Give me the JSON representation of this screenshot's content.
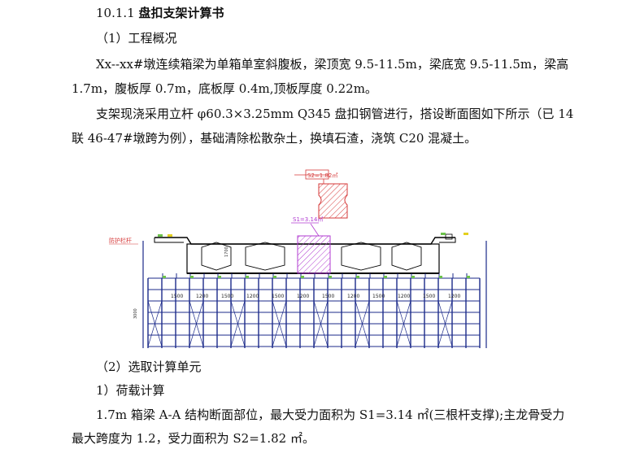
{
  "doc": {
    "section_number": "10.1.1",
    "section_title": "盘扣支架计算书",
    "sub1": "（1）工程概况",
    "p1_line1": "Xx--xx#墩连续箱梁为单箱单室斜腹板，梁顶宽 9.5-11.5m，梁底宽 9.5-11.5m，梁高",
    "p1_line2": "1.7m，腹板厚 0.7m，底板厚 0.4m,顶板厚度 0.22m。",
    "p2_line1": "支架现浇采用立杆 φ60.3×3.25mm Q345 盘扣钢管进行，搭设断面图如下所示（已 14",
    "p2_line2": "联 46-47#墩跨为例），基础清除松散杂土，换填石渣，浇筑 C20 混凝土。",
    "sub2": "（2）选取计算单元",
    "sub3": "1）荷载计算",
    "p3_line1": "1.7m 箱梁 A-A 结构断面部位，最大受力面积为 S1=3.14 ㎡(三根杆支撑);主龙骨受力",
    "p3_line2": "最大跨度为 1.2，受力面积为 S2=1.82 ㎡。"
  },
  "figure": {
    "label_s2": "S2=1.82㎡",
    "label_s1": "S1=3.14㎡",
    "label_guardrail": "防护栏杆",
    "label_height_1700": "1700",
    "label_height_3000": "3000",
    "spacing_labels": [
      "1500",
      "1200",
      "1500",
      "1200",
      "1500",
      "1200",
      "1500",
      "1200",
      "1500",
      "1200",
      "1500",
      "1200"
    ],
    "colors": {
      "hatch": "#d63a3a",
      "section": "#b03ad0",
      "scaffold": "#1b2a8a",
      "deck": "#000000"
    }
  }
}
